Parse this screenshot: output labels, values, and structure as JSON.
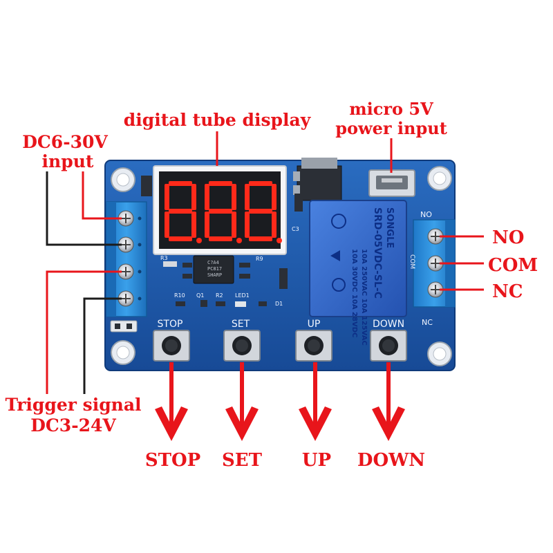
{
  "labels": {
    "digital_tube_display": "digital tube display",
    "micro_power_line1": "micro 5V",
    "micro_power_line2": "power input",
    "dc_input_line1": "DC6-30V",
    "dc_input_line2": "input",
    "trigger_line1": "Trigger signal",
    "trigger_line2": "DC3-24V",
    "no": "NO",
    "com": "COM",
    "nc": "NC",
    "stop": "STOP",
    "set": "SET",
    "up": "UP",
    "down": "DOWN"
  },
  "board": {
    "display_digits": [
      "8",
      "8",
      "8"
    ],
    "button_silkscreen": [
      "STOP",
      "SET",
      "UP",
      "DOWN"
    ],
    "relay_text": {
      "brand": "SONGLE",
      "model": "SRD-05VDC-SL-C",
      "rating1": "10A 250VAC  10A 125VAC",
      "rating2": "10A 30VDC  10A 28VDC"
    },
    "terminal_silkscreen": {
      "no": "NO",
      "com": "COM",
      "nc": "NC"
    },
    "component_labels": {
      "r3": "R3",
      "r9": "R9",
      "r10": "R10",
      "q1": "Q1",
      "r2": "R2",
      "led1": "LED1",
      "d1": "D1",
      "c3": "C3"
    },
    "chip_text": [
      "C?A4",
      "PC817",
      "SHARP"
    ]
  },
  "colors": {
    "annotation_red": "#e8151b",
    "pcb_blue": "#1b56a8",
    "terminal_blue": "#2f8fd8",
    "relay_blue": "#2f63c7",
    "segment_red": "#ff2a1a"
  }
}
